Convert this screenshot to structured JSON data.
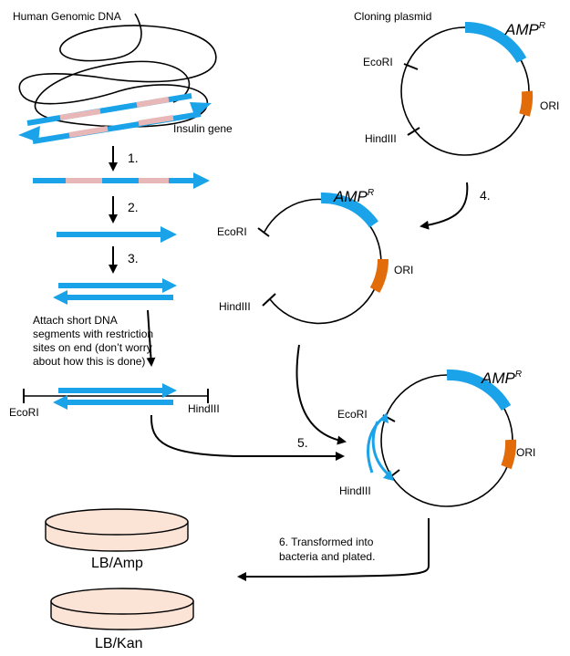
{
  "labels": {
    "human_dna": "Human Genomic DNA",
    "insulin_gene": "Insulin gene",
    "cloning_plasmid": "Cloning plasmid",
    "ecori": "EcoRI",
    "hindiii": "HindIII",
    "amp": "AMP",
    "amp_sup": "R",
    "ori": "ORI",
    "attach_note": [
      "Attach short DNA",
      "segments with restriction",
      "sites on end (don’t worry",
      "about how this is done)"
    ],
    "transform_note": [
      "6.  Transformed into",
      "bacteria and plated."
    ],
    "dish_amp": "LB/Amp",
    "dish_kan": "LB/Kan"
  },
  "steps": [
    "1.",
    "2.",
    "3.",
    "4.",
    "5."
  ],
  "colors": {
    "dna_blue": "#1aa3e8",
    "exon_pink": "#e8b8b8",
    "ori_orange": "#e26b0a",
    "dish_fill": "#fbe3d6",
    "line": "#000000"
  }
}
